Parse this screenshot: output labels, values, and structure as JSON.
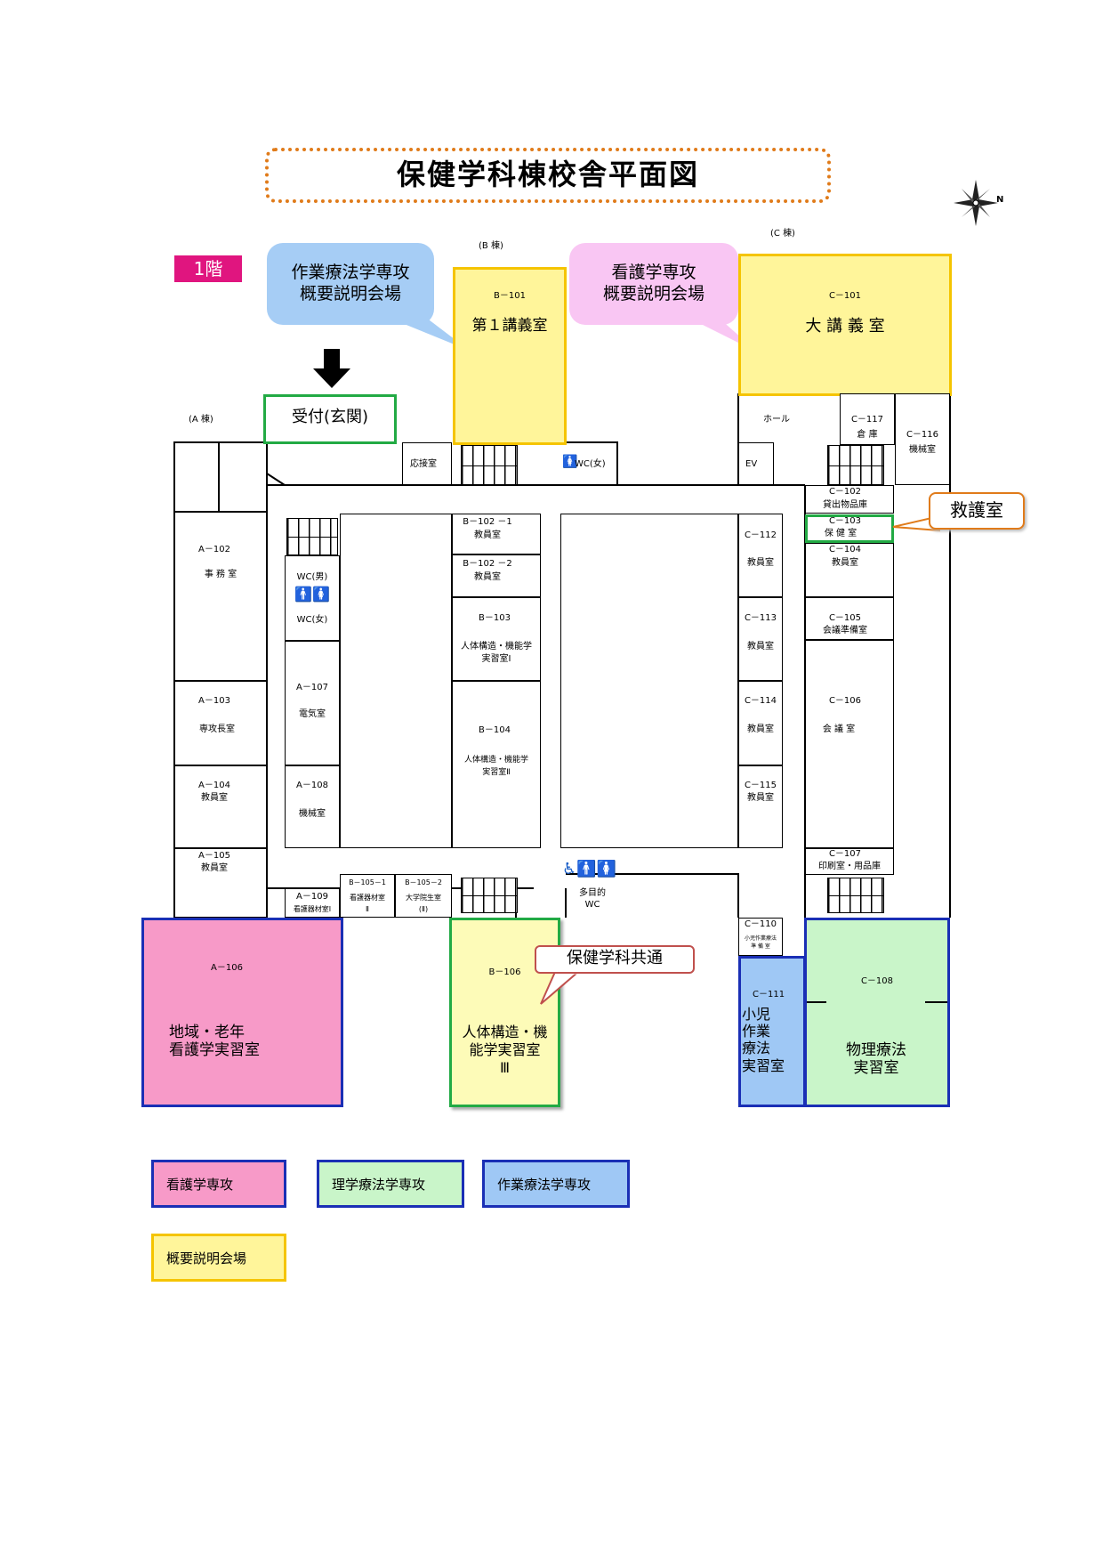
{
  "title": "保健学科棟校舎平面図",
  "floor": "1階",
  "compass_letter": "N",
  "wings": {
    "a": "(A 棟)",
    "b": "(B 棟)",
    "c": "(C 棟)"
  },
  "callouts": {
    "ot": "作業療法学専攻\n概要説明会場",
    "nursing": "看護学専攻\n概要説明会場",
    "first_aid": "救護室",
    "common": "保健学科共通"
  },
  "entrance": "受付(玄関)",
  "rooms": {
    "b101_code": "B－101",
    "b101_name": "第１講義室",
    "c101_code": "C－101",
    "c101_name": "大 講 義 室",
    "hall": "ホール",
    "c117_code": "C－117",
    "c117_name": "倉 庫",
    "c116_code": "C－116",
    "c116_name": "機械室",
    "reception": "応接室",
    "wc_f": "WC(女)",
    "ev": "EV",
    "c102_code": "C－102",
    "c102_name": "貸出物品庫",
    "c103_code": "C－103",
    "c103_name": "保 健 室",
    "c104_code": "C－104",
    "c104_name": "教員室",
    "c105_code": "C－105",
    "c105_name": "会議準備室",
    "c106_code": "C－106",
    "c106_name": "会 議 室",
    "c107_code": "C－107",
    "c107_name": "印刷室・用品庫",
    "c112_code": "C－112",
    "c112_name": "教員室",
    "c113_code": "C－113",
    "c113_name": "教員室",
    "c114_code": "C－114",
    "c114_name": "教員室",
    "c115_code": "C－115",
    "c115_name": "教員室",
    "a102_code": "A－102",
    "a102_name": "事 務 室",
    "a103_code": "A－103",
    "a103_name": "専攻長室",
    "a104_code": "A－104",
    "a104_name": "教員室",
    "a105_code": "A－105",
    "a105_name": "教員室",
    "wc_m": "WC(男)",
    "wc_f2": "WC(女)",
    "a107_code": "A－107",
    "a107_name": "電気室",
    "a108_code": "A－108",
    "a108_name": "機械室",
    "b1021_code": "B－102 －1",
    "b1021_name": "教員室",
    "b1022_code": "B－102 －2",
    "b1022_name": "教員室",
    "b103_code": "B－103",
    "b103_name": "人体構造・機能学\n実習室Ⅰ",
    "b104_code": "B－104",
    "b104_name": "人体構造・機能学\n実習室Ⅱ",
    "a109_code": "A－109",
    "a109_name": "看護器材室Ⅰ",
    "b1051_code": "B－105－1",
    "b1051_name": "看護器材室\nⅡ",
    "b1052_code": "B－105－2",
    "b1052_name": "大学院生室\n(Ⅱ)",
    "multi_wc": "多目的\nWC",
    "a106_code": "A－106",
    "a106_name": "地域・老年\n看護学実習室",
    "b106_code": "B－106",
    "b106_name": "人体構造・機\n能学実習室\nⅢ",
    "c110_code": "C－110",
    "c110_name": "小児作業療法\n準 備 室",
    "c111_code": "C－111",
    "c111_name": "小児\n作業\n療法\n実習室",
    "c108_code": "C－108",
    "c108_name": "物理療法\n実習室"
  },
  "legend": {
    "nursing": "看護学専攻",
    "pt": "理学療法学専攻",
    "ot": "作業療法学専攻",
    "venue": "概要説明会場"
  },
  "colors": {
    "title_border": "#e07b1a",
    "floor_badge": "#e0157f",
    "yellow_fill": "#fff59a",
    "yellow_border": "#f5c400",
    "green_border": "#22aa44",
    "blue_border": "#1a2fb5",
    "pink_fill": "#f79ac8",
    "green_fill": "#c9f5c9",
    "blue_fill": "#9fc8f5",
    "ot_callout": "#a6cdf5",
    "nursing_callout": "#f9c6f3"
  }
}
